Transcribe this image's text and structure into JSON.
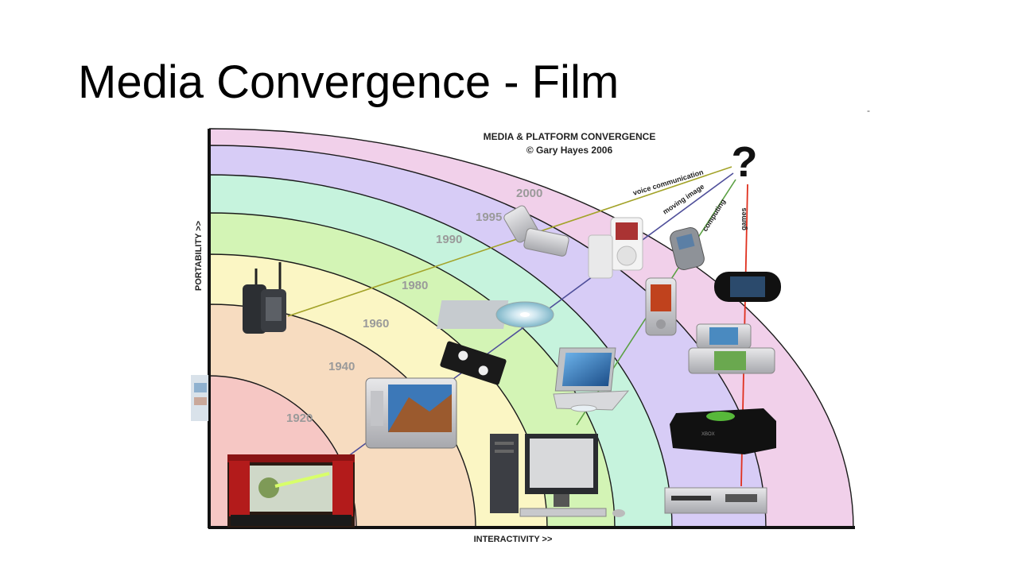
{
  "slide": {
    "title": "Media Convergence - Film"
  },
  "diagram": {
    "title": "MEDIA & PLATFORM CONVERGENCE",
    "credit": "© Gary Hayes 2006",
    "x_axis_label": "INTERACTIVITY >>",
    "y_axis_label": "PORTABILITY >>",
    "question_mark": "?",
    "eras": [
      {
        "label": "1920",
        "color": "#f6c7c4"
      },
      {
        "label": "1940",
        "color": "#f7dcc0"
      },
      {
        "label": "1960",
        "color": "#fbf6c4"
      },
      {
        "label": "1980",
        "color": "#d3f4b5"
      },
      {
        "label": "1990",
        "color": "#c6f3dd"
      },
      {
        "label": "1995",
        "color": "#d7ccf6"
      },
      {
        "label": "2000",
        "color": "#f1d0ea"
      }
    ],
    "trends": [
      {
        "label": "voice communication",
        "color": "#a3a329"
      },
      {
        "label": "moving image",
        "color": "#4f4f9a"
      },
      {
        "label": "computing",
        "color": "#5aa042"
      },
      {
        "label": "games",
        "color": "#e0301e"
      }
    ],
    "devices": {
      "console_brand": "XBOX"
    }
  }
}
